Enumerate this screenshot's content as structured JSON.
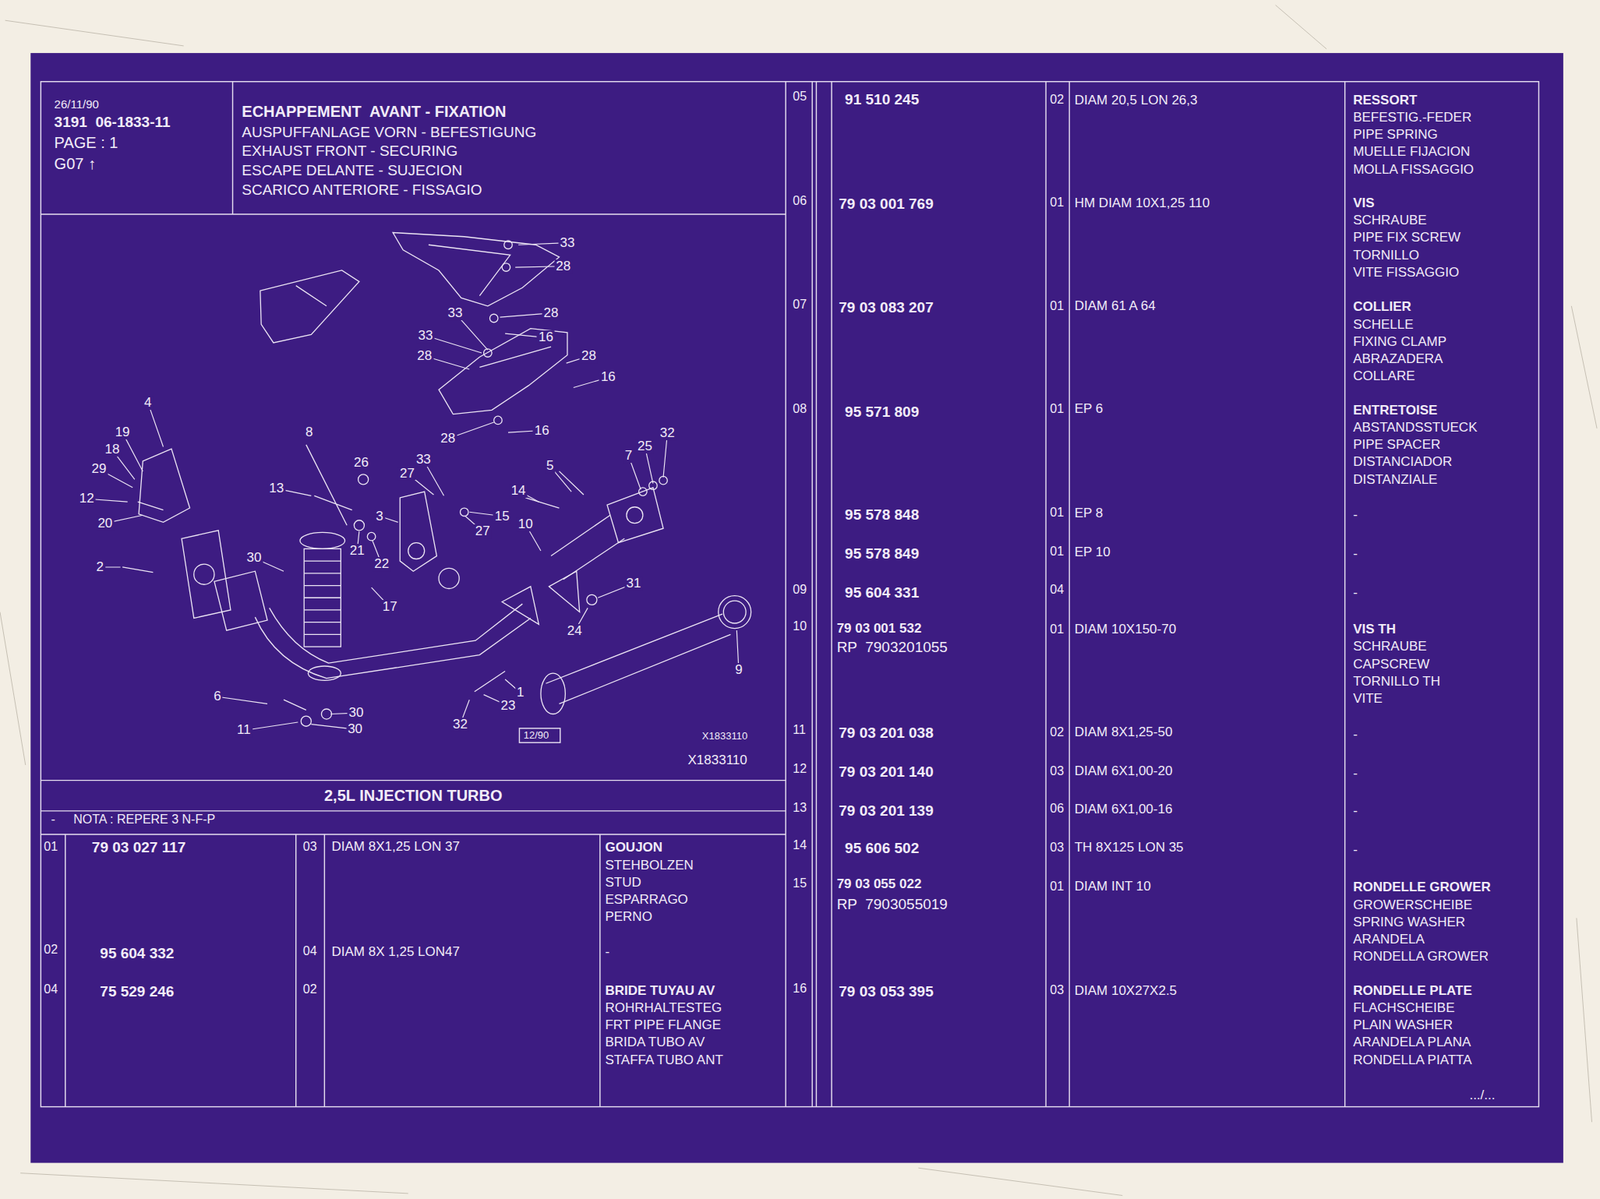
{
  "diagram": {
    "title": "ECHAPPEMENT  AVANT - FIXATION",
    "nodes": [
      {
        "text": [
          "26/11/90",
          "3191  06-1833-11",
          "PAGE : 1",
          "G07 ↑"
        ]
      },
      {
        "text": [
          "2,5L INJECTION TURBO"
        ]
      }
    ],
    "labels": [
      "AUSPUFFANLAGE VORN - BEFESTIGUNG",
      "EXHAUST FRONT - SECURING",
      "ESCAPE DELANTE - SUJECION",
      "SCARICO ANTERIORE - FISSAGIO",
      "33",
      "28",
      "33",
      "28",
      "16",
      "33",
      "28",
      "28",
      "16",
      "4",
      "8",
      "16",
      "28",
      "32",
      "25",
      "7",
      "19",
      "18",
      "26",
      "33",
      "29",
      "27",
      "5",
      "13",
      "14",
      "12",
      "3",
      "27",
      "15",
      "20",
      "10",
      "21",
      "22",
      "30",
      "2",
      "17",
      "31",
      "24",
      "9",
      "1",
      "6",
      "23",
      "30",
      "11",
      "30",
      "32",
      "12/90",
      "X1833110",
      "X1833110",
      "-",
      "NOTA : REPERE 3 N-F-P",
      "01",
      "79 03 027 117",
      "03",
      "DIAM 8X1,25 LON 37",
      "GOUJON",
      "STEHBOLZEN",
      "STUD",
      "ESPARRAGO",
      "PERNO",
      "02",
      "95 604 332",
      "04",
      "DIAM 8X 1,25 LON47",
      "-",
      "04",
      "75 529 246",
      "02",
      "BRIDE TUYAU AV",
      "ROHRHALTESTEG",
      "FRT PIPE FLANGE",
      "BRIDA TUBO AV",
      "STAFFA TUBO ANT",
      "05",
      "91 510 245",
      "02",
      "DIAM 20,5 LON 26,3",
      "RESSORT",
      "BEFESTIG.-FEDER",
      "PIPE SPRING",
      "MUELLE FIJACION",
      "MOLLA FISSAGGIO",
      "06",
      "79 03 001 769",
      "01",
      "HM DIAM 10X1,25 110",
      "VIS",
      "SCHRAUBE",
      "PIPE FIX SCREW",
      "TORNILLO",
      "VITE FISSAGGIO",
      "07",
      "79 03 083 207",
      "01",
      "DIAM 61 A 64",
      "COLLIER",
      "SCHELLE",
      "FIXING CLAMP",
      "ABRAZADERA",
      "COLLARE",
      "08",
      "95 571 809",
      "01",
      "EP 6",
      "ENTRETOISE",
      "ABSTANDSSTUECK",
      "PIPE SPACER",
      "DISTANCIADOR",
      "DISTANZIALE",
      "95 578 848",
      "01",
      "EP 8",
      "-",
      "95 578 849",
      "01",
      "EP 10",
      "-",
      "09",
      "95 604 331",
      "04",
      "-",
      "10",
      "79 03 001 532",
      "RP  7903201055",
      "01",
      "DIAM 10X150-70",
      "VIS TH",
      "SCHRAUBE",
      "CAPSCREW",
      "TORNILLO TH",
      "VITE",
      "11",
      "79 03 201 038",
      "02",
      "DIAM 8X1,25-50",
      "-",
      "12",
      "79 03 201 140",
      "03",
      "DIAM 6X1,00-20",
      "-",
      "13",
      "79 03 201 139",
      "06",
      "DIAM 6X1,00-16",
      "-",
      "14",
      "95 606 502",
      "03",
      "TH 8X125 LON 35",
      "-",
      "15",
      "79 03 055 022",
      "RP  7903055019",
      "01",
      "DIAM INT 10",
      "RONDELLE GROWER",
      "GROWERSCHEIBE",
      "SPRING WASHER",
      "ARANDELA",
      "RONDELLA GROWER",
      "16",
      "79 03 053 395",
      "03",
      "DIAM 10X27X2.5",
      "RONDELLE PLATE",
      "FLACHSCHEIBE",
      "PLAIN WASHER",
      "ARANDELA PLANA",
      "RONDELLA PIATTA",
      ".../..."
    ]
  }
}
